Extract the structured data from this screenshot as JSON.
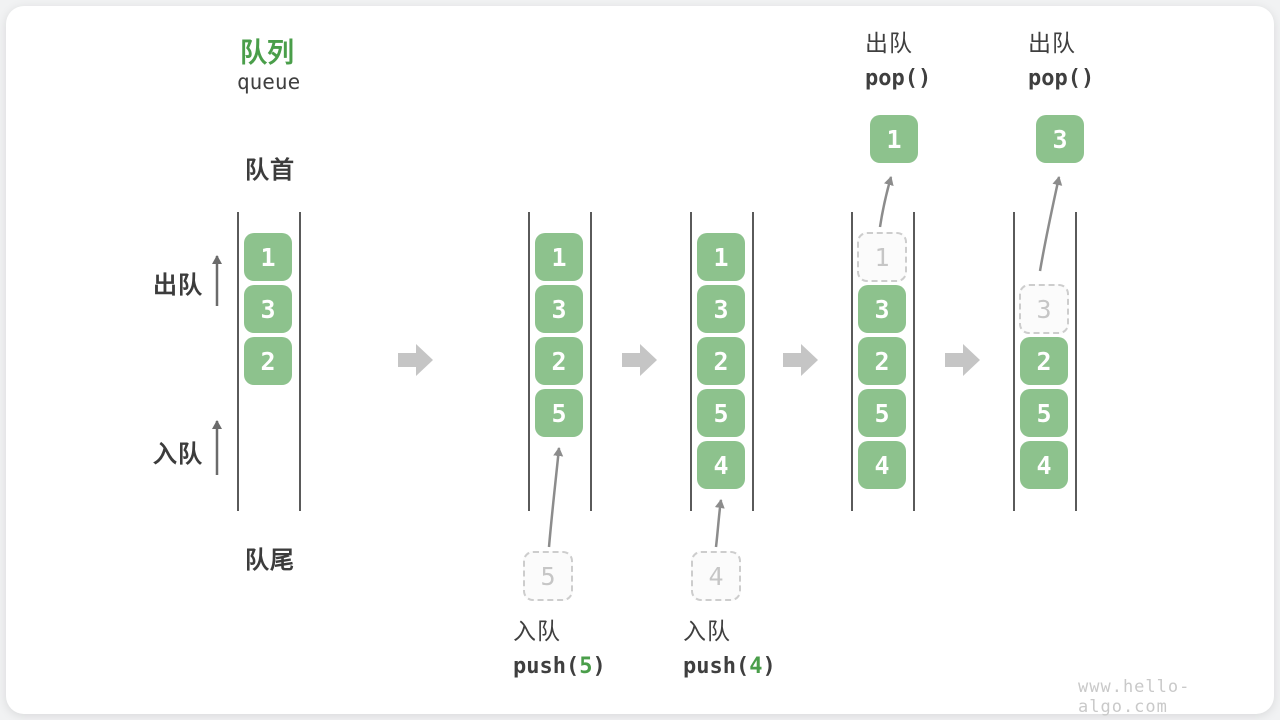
{
  "title": {
    "zh": "队列",
    "en": "queue"
  },
  "labels": {
    "front": "队首",
    "rear": "队尾",
    "dequeue": "出队",
    "enqueue": "入队"
  },
  "colors": {
    "cell_green": "#8dc28d",
    "accent_green": "#4a9e4a",
    "text_dark": "#3c3c3c",
    "ghost_gray": "#c6c6c6",
    "wall_gray": "#5a5a5a",
    "block_arrow_gray": "#c5c5c5",
    "curve_arrow_gray": "#8c8c8c"
  },
  "watermark": "www.hello-algo.com",
  "states": [
    {
      "cells": [
        {
          "slot": 0,
          "value": "1",
          "ghost": false
        },
        {
          "slot": 1,
          "value": "3",
          "ghost": false
        },
        {
          "slot": 2,
          "value": "2",
          "ghost": false
        }
      ],
      "pending_below": null,
      "popped_above": null,
      "op": null
    },
    {
      "cells": [
        {
          "slot": 0,
          "value": "1",
          "ghost": false
        },
        {
          "slot": 1,
          "value": "3",
          "ghost": false
        },
        {
          "slot": 2,
          "value": "2",
          "ghost": false
        },
        {
          "slot": 3,
          "value": "5",
          "ghost": false
        }
      ],
      "pending_below": "5",
      "popped_above": null,
      "op": {
        "name": "入队",
        "code_pre": "push(",
        "code_arg": "5",
        "code_post": ")",
        "where": "below"
      }
    },
    {
      "cells": [
        {
          "slot": 0,
          "value": "1",
          "ghost": false
        },
        {
          "slot": 1,
          "value": "3",
          "ghost": false
        },
        {
          "slot": 2,
          "value": "2",
          "ghost": false
        },
        {
          "slot": 3,
          "value": "5",
          "ghost": false
        },
        {
          "slot": 4,
          "value": "4",
          "ghost": false
        }
      ],
      "pending_below": "4",
      "popped_above": null,
      "op": {
        "name": "入队",
        "code_pre": "push(",
        "code_arg": "4",
        "code_post": ")",
        "where": "below"
      }
    },
    {
      "cells": [
        {
          "slot": 0,
          "value": "1",
          "ghost": true
        },
        {
          "slot": 1,
          "value": "3",
          "ghost": false
        },
        {
          "slot": 2,
          "value": "2",
          "ghost": false
        },
        {
          "slot": 3,
          "value": "5",
          "ghost": false
        },
        {
          "slot": 4,
          "value": "4",
          "ghost": false
        }
      ],
      "pending_below": null,
      "popped_above": "1",
      "op": {
        "name": "出队",
        "code_pre": "pop()",
        "code_arg": "",
        "code_post": "",
        "where": "above"
      }
    },
    {
      "cells": [
        {
          "slot": 1,
          "value": "3",
          "ghost": true
        },
        {
          "slot": 2,
          "value": "2",
          "ghost": false
        },
        {
          "slot": 3,
          "value": "5",
          "ghost": false
        },
        {
          "slot": 4,
          "value": "4",
          "ghost": false
        }
      ],
      "pending_below": null,
      "popped_above": "3",
      "op": {
        "name": "出队",
        "code_pre": "pop()",
        "code_arg": "",
        "code_post": "",
        "where": "above"
      }
    }
  ]
}
